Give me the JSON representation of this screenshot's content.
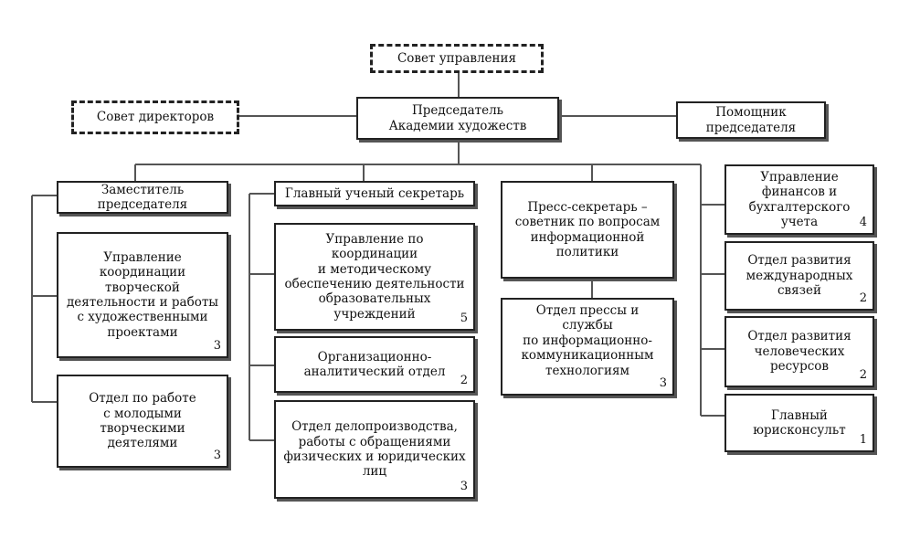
{
  "boxes": {
    "council_management": {
      "text": "Совет управления"
    },
    "council_directors": {
      "text": "Совет директоров"
    },
    "chairman": {
      "text": "Председатель\nАкадемии художеств"
    },
    "assistant": {
      "text": "Помощник\nпредседателя"
    },
    "deputy": {
      "text": "Заместитель\nпредседателя"
    },
    "creative_coordination": {
      "text": "Управление\nкоординации\nтворческой\nдеятельности и работы\nс художественными\nпроектами",
      "count": "3"
    },
    "young_creators": {
      "text": "Отдел по работе\nс молодыми\nтворческими\nдеятелями",
      "count": "3"
    },
    "chief_secretary": {
      "text": "Главный ученый секретарь"
    },
    "education_coordination": {
      "text": "Управление по координации\nи методическому\nобеспечению деятельности\nобразовательных\nучреждений",
      "count": "5"
    },
    "analytics": {
      "text": "Организационно-\nаналитический отдел",
      "count": "2"
    },
    "records": {
      "text": "Отдел делопроизводства,\nработы с обращениями\nфизических и юридических\nлиц",
      "count": "3"
    },
    "press_secretary": {
      "text": "Пресс-секретарь –\nсоветник по вопросам\nинформационной\nполитики"
    },
    "press_dept": {
      "text": "Отдел прессы и службы\nпо информационно-\nкоммуникационным\nтехнологиям",
      "count": "3"
    },
    "finance": {
      "text": "Управление\nфинансов и\nбухгалтерского учета",
      "count": "4"
    },
    "international": {
      "text": "Отдел развития\nмеждународных\nсвязей",
      "count": "2"
    },
    "hr": {
      "text": "Отдел развития\nчеловеческих\nресурсов",
      "count": "2"
    },
    "legal": {
      "text": "Главный\nюрисконсульт",
      "count": "1"
    }
  }
}
